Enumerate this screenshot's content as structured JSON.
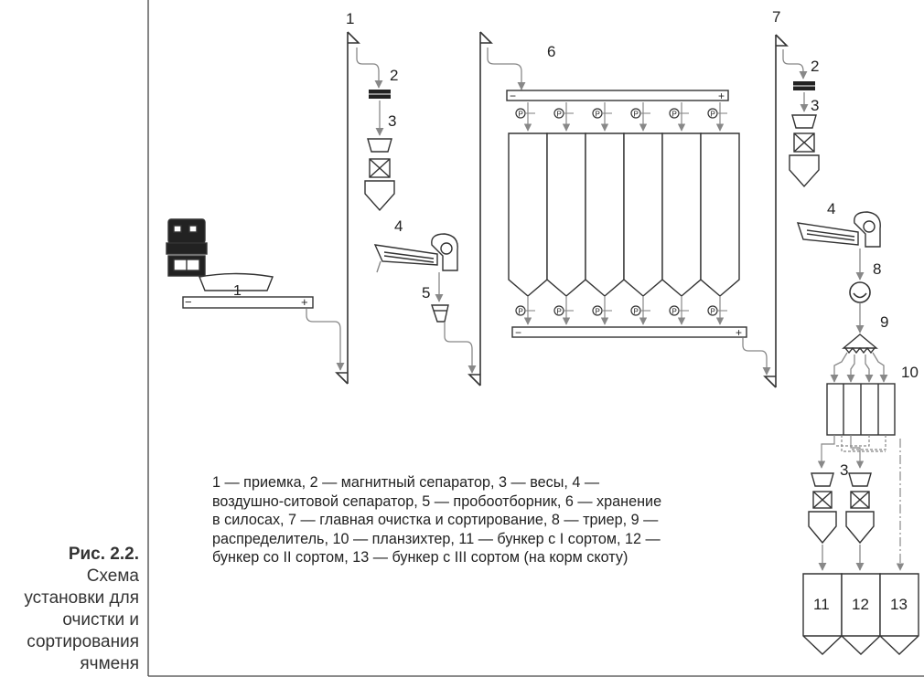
{
  "figure": {
    "caption_title": "Рис. 2.2.",
    "caption_lines": [
      "Схема",
      "установки для",
      "очистки и",
      "сортирования",
      "ячменя"
    ]
  },
  "labels": {
    "n1_top": "1",
    "n2_a": "2",
    "n3_a": "3",
    "n4_a": "4",
    "n5": "5",
    "n6": "6",
    "n7": "7",
    "n2_b": "2",
    "n3_b": "3",
    "n4_b": "4",
    "n8": "8",
    "n9": "9",
    "n10": "10",
    "n3_c": "3",
    "n11": "11",
    "n12": "12",
    "n13": "13",
    "reception": "1",
    "minus": "−",
    "plus": "+",
    "valve": "P"
  },
  "legend_lines": [
    "1 — приемка, 2 — магнитный сепаратор, 3 — весы, 4 —",
    "воздушно-ситовой сепаратор, 5 — пробоотборник, 6 — хранение",
    "в силосах, 7 — главная очистка и сортирование, 8 — триер, 9 —",
    "распределитель, 10 — планзихтер, 11 — бункер с I сортом, 12 —",
    "бункер со II сортом, 13 — бункер с III сортом (на корм скоту)"
  ],
  "colors": {
    "line": "#333333",
    "arrow": "#888888"
  }
}
